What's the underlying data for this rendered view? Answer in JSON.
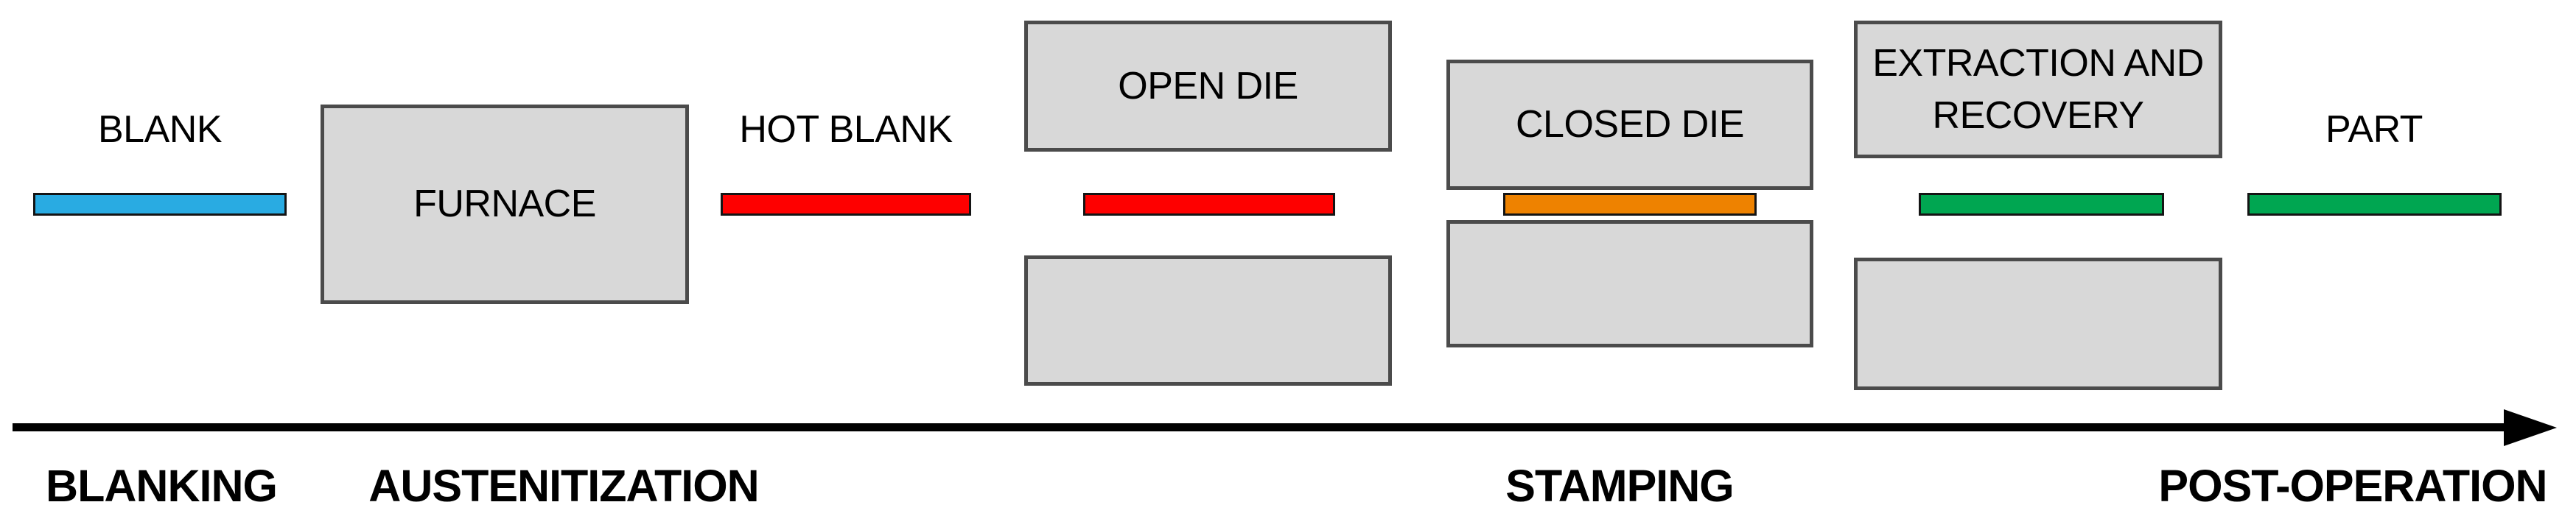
{
  "colors": {
    "background": "#ffffff",
    "text": "#000000",
    "box-fill": "#d8d8d8",
    "box-border": "#4b4b4b",
    "bar-border": "#141414",
    "bar-blue": "#29abe2",
    "bar-red": "#fe0000",
    "bar-orange": "#ee8200",
    "bar-green": "#00a651",
    "arrow": "#000000"
  },
  "stations": {
    "blank": {
      "label": "BLANK"
    },
    "furnace": {
      "label": "FURNACE"
    },
    "hot_blank": {
      "label": "HOT BLANK"
    },
    "open_die": {
      "label": "OPEN DIE"
    },
    "closed_die": {
      "label": "CLOSED DIE"
    },
    "extraction": {
      "label": "EXTRACTION AND RECOVERY"
    },
    "part": {
      "label": "PART"
    }
  },
  "timeline": {
    "phases": [
      {
        "label": "BLANKING"
      },
      {
        "label": "AUSTENITIZATION"
      },
      {
        "label": "STAMPING"
      },
      {
        "label": "POST-OPERATION"
      }
    ]
  }
}
